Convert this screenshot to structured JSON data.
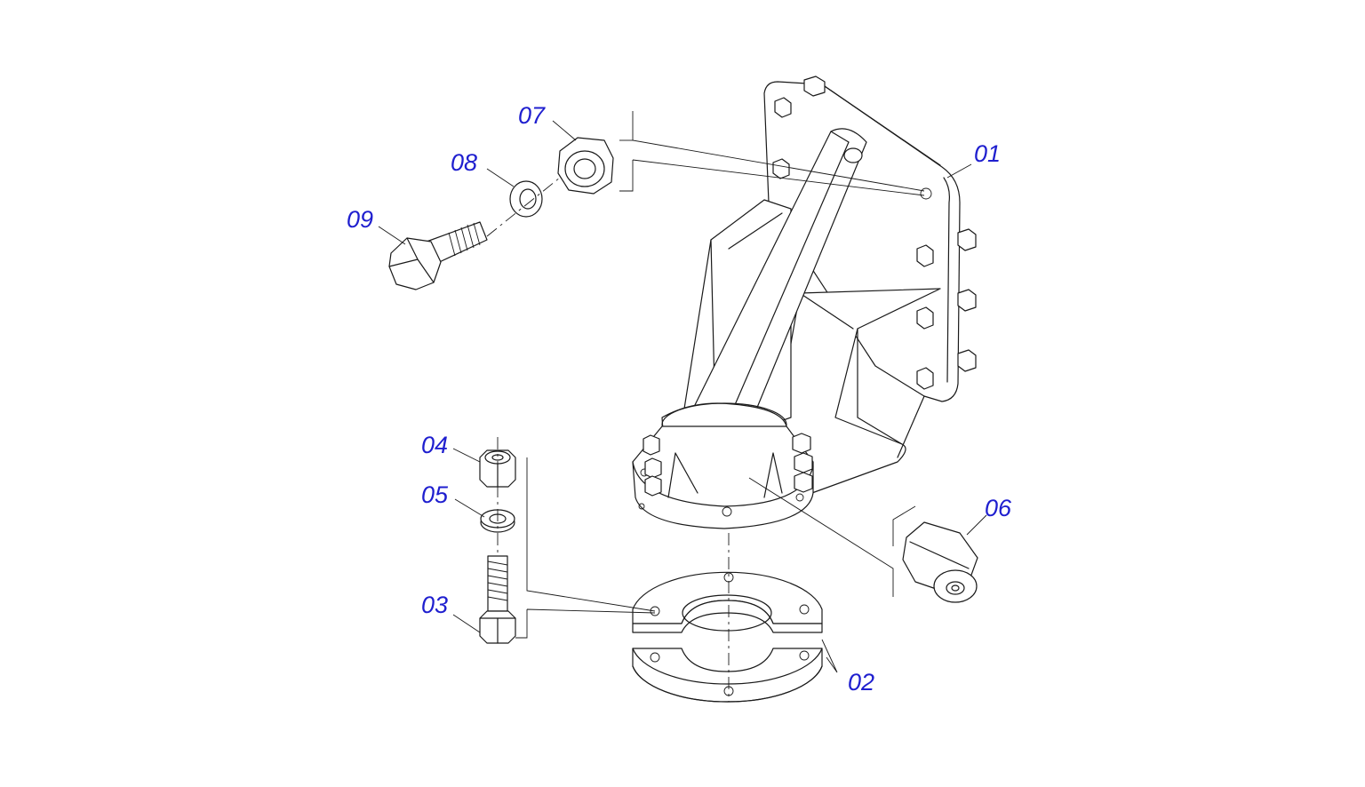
{
  "callout_color": "#1f1fcf",
  "callouts": [
    {
      "id": "c01",
      "label": "01"
    },
    {
      "id": "c02",
      "label": "02"
    },
    {
      "id": "c03",
      "label": "03"
    },
    {
      "id": "c04",
      "label": "04"
    },
    {
      "id": "c05",
      "label": "05"
    },
    {
      "id": "c06",
      "label": "06"
    },
    {
      "id": "c07",
      "label": "07"
    },
    {
      "id": "c08",
      "label": "08"
    },
    {
      "id": "c09",
      "label": "09"
    }
  ]
}
